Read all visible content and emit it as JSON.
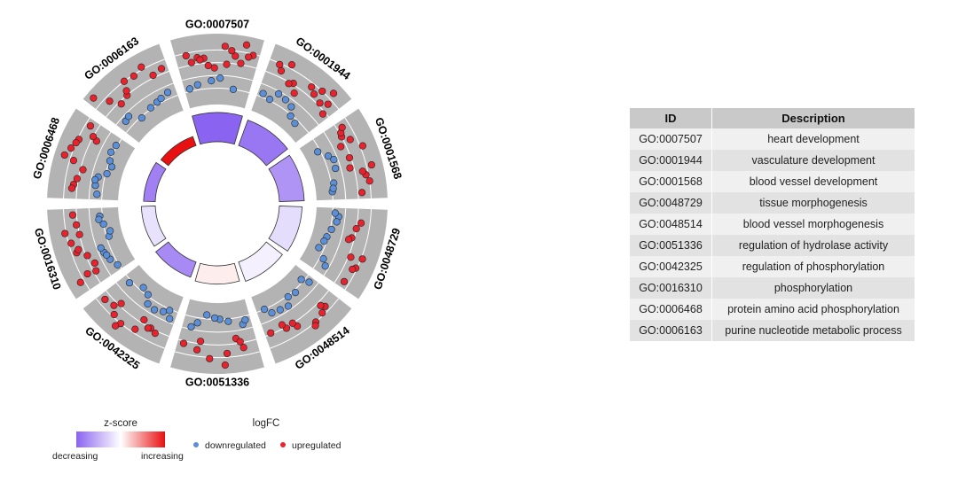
{
  "chart_data": {
    "type": "circular-enrichment-plot",
    "terms": [
      "GO:0007507",
      "GO:0001944",
      "GO:0001568",
      "GO:0048729",
      "GO:0048514",
      "GO:0051336",
      "GO:0042325",
      "GO:0016310",
      "GO:0006468",
      "GO:0006163"
    ],
    "zscores": [
      -1.6,
      -1.4,
      -1.1,
      -0.35,
      -0.15,
      0.2,
      -1.2,
      -0.3,
      -1.3,
      2.6
    ],
    "logfc": {
      "ylim": [
        -2,
        3
      ],
      "downregulated_color": "#5b8fd8",
      "upregulated_color": "#e8232d",
      "values": [
        [
          1.2,
          1.6,
          0.8,
          1.9,
          2.3,
          1.5,
          1.1,
          0.6,
          1.8,
          2.0,
          1.4,
          1.7,
          -0.2,
          -0.6,
          -1.0,
          -0.4,
          -0.8,
          0.9,
          1.3,
          2.6
        ],
        [
          1.5,
          2.0,
          1.1,
          0.8,
          1.7,
          2.3,
          1.2,
          0.5,
          1.9,
          1.4,
          0.9,
          1.6,
          -0.5,
          -0.9,
          -1.3,
          -0.3,
          -0.7,
          -1.1,
          -0.2,
          2.5
        ],
        [
          1.0,
          1.8,
          2.2,
          1.3,
          0.7,
          1.5,
          2.0,
          0.9,
          1.1,
          1.6,
          -0.6,
          -1.0,
          -0.4,
          -1.2,
          -0.8,
          -0.3,
          1.4,
          2.4,
          0.6,
          -0.9
        ],
        [
          1.3,
          1.9,
          0.8,
          1.6,
          2.1,
          1.0,
          -0.7,
          -1.1,
          -0.5,
          -1.4,
          -0.9,
          -0.3,
          -1.2,
          -0.6,
          1.7,
          0.6,
          -0.8,
          1.2
        ],
        [
          1.6,
          1.1,
          2.0,
          0.9,
          1.4,
          1.8,
          -0.5,
          -0.9,
          -1.2,
          -0.4,
          -0.8,
          -1.0,
          -0.3,
          1.3,
          0.7,
          2.2,
          -0.6,
          1.0
        ],
        [
          1.4,
          0.8,
          1.7,
          1.2,
          2.1,
          0.6,
          -0.6,
          -1.0,
          -0.4,
          -1.3,
          -0.8,
          -0.2,
          -1.1,
          0.9,
          1.5,
          2.6,
          -0.7
        ],
        [
          1.2,
          1.8,
          0.7,
          1.5,
          2.0,
          1.0,
          1.3,
          -0.5,
          -0.9,
          -1.3,
          -0.4,
          -0.8,
          -1.1,
          -0.6,
          0.8,
          1.7,
          -0.3,
          2.4,
          1.1
        ],
        [
          1.5,
          2.1,
          0.9,
          1.3,
          1.8,
          0.6,
          1.1,
          1.6,
          2.3,
          1.0,
          -0.4,
          -0.8,
          -1.2,
          -0.6,
          -1.0,
          -0.3,
          -0.9,
          -1.4,
          -0.5,
          -0.7,
          1.4,
          0.8
        ],
        [
          1.3,
          1.9,
          0.8,
          1.6,
          2.2,
          1.1,
          0.6,
          1.7,
          1.4,
          2.0,
          -0.5,
          -0.9,
          -1.3,
          -0.4,
          -0.8,
          -1.1,
          -0.6,
          -1.0,
          -0.3,
          1.0,
          2.5
        ],
        [
          1.6,
          2.2,
          1.0,
          1.4,
          1.9,
          0.8,
          1.2,
          2.0,
          -0.4,
          -0.8,
          -1.1,
          -0.5,
          -0.9,
          -0.3,
          -0.7,
          1.3,
          2.7
        ]
      ]
    },
    "table": {
      "columns": [
        "ID",
        "Description"
      ],
      "rows": [
        [
          "GO:0007507",
          "heart development"
        ],
        [
          "GO:0001944",
          "vasculature development"
        ],
        [
          "GO:0001568",
          "blood vessel development"
        ],
        [
          "GO:0048729",
          "tissue morphogenesis"
        ],
        [
          "GO:0048514",
          "blood vessel morphogenesis"
        ],
        [
          "GO:0051336",
          "regulation of hydrolase activity"
        ],
        [
          "GO:0042325",
          "regulation of phosphorylation"
        ],
        [
          "GO:0016310",
          "phosphorylation"
        ],
        [
          "GO:0006468",
          "protein amino acid phosphorylation"
        ],
        [
          "GO:0006163",
          "purine nucleotide metabolic process"
        ]
      ]
    },
    "legend": {
      "zscore_title": "z-score",
      "zscore_low_label": "decreasing",
      "zscore_high_label": "increasing",
      "zscore_low_color": "#8a63f0",
      "zscore_mid_color": "#ffffff",
      "zscore_high_color": "#e81010",
      "logfc_title": "logFC",
      "down_label": "downregulated",
      "up_label": "upregulated"
    }
  }
}
